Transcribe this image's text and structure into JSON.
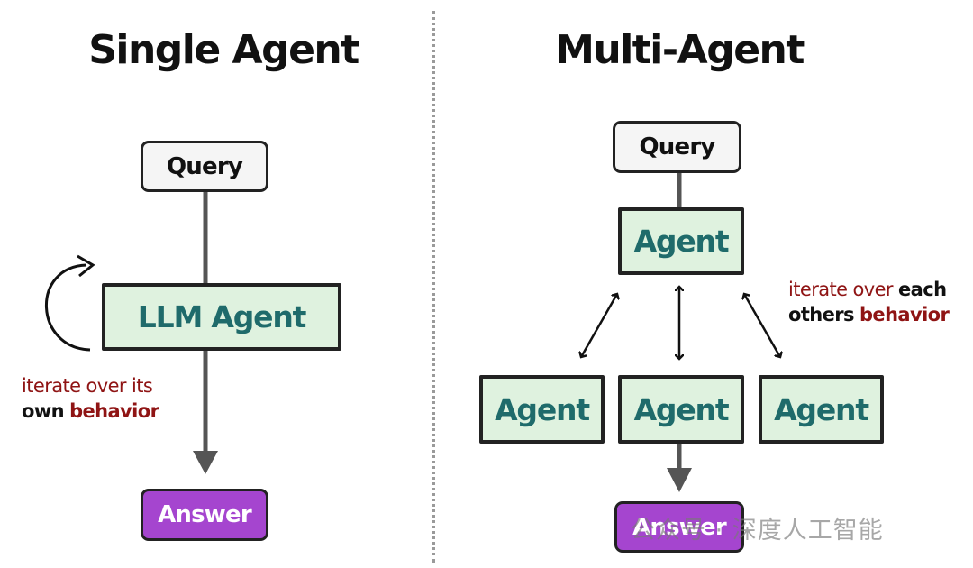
{
  "left": {
    "title": "Single Agent",
    "query": "Query",
    "agent": "LLM Agent",
    "answer": "Answer",
    "note_line1": "iterate over its",
    "note_line2_a": "own",
    "note_line2_b": "behavior"
  },
  "right": {
    "title": "Multi-Agent",
    "query": "Query",
    "top_agent": "Agent",
    "bottom_agents": [
      "Agent",
      "Agent",
      "Agent"
    ],
    "answer": "Answer",
    "note_line1_a": "iterate over",
    "note_line1_b": "each",
    "note_line2_a": "others",
    "note_line2_b": "behavior"
  },
  "watermark": "公众号 · 深度人工智能",
  "colors": {
    "agent_fill": "#dff2df",
    "agent_text": "#1f6b6b",
    "answer_fill": "#a545cf",
    "query_fill": "#f5f5f5",
    "note_red": "#8f1414"
  }
}
